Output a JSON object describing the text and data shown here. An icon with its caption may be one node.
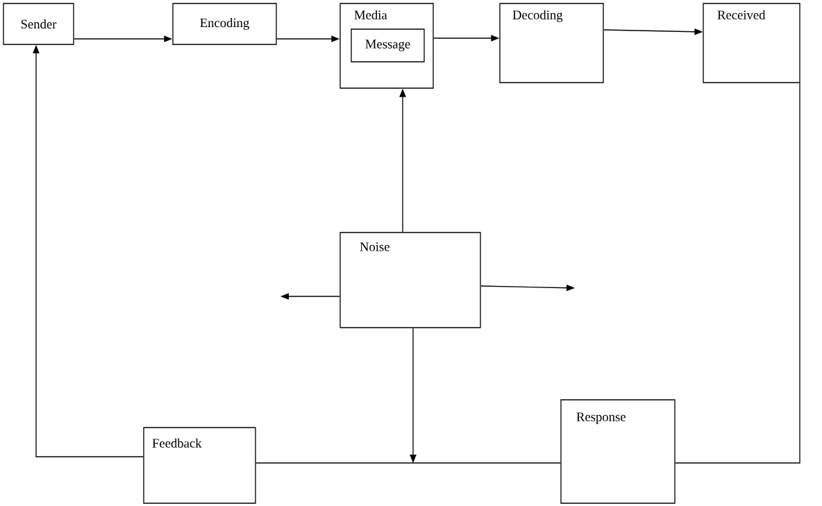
{
  "diagram": {
    "nodes": [
      {
        "text": [
          "Sender"
        ]
      },
      {
        "text": [
          "Encoding"
        ]
      },
      {
        "text": [
          "Media"
        ]
      },
      {
        "text": [
          "Message"
        ],
        "in": 2
      },
      {
        "text": [
          "Decoding"
        ]
      },
      {
        "text": [
          "Received"
        ]
      },
      {
        "text": [
          "Noise"
        ]
      },
      {
        "text": [
          "Response"
        ]
      },
      {
        "text": [
          "Feedback"
        ]
      }
    ],
    "edges": [
      {
        "from": 0,
        "to": 1,
        "arrow": "to"
      },
      {
        "from": 1,
        "to": 2,
        "arrow": "to"
      },
      {
        "from": 2,
        "to": 4,
        "arrow": "to"
      },
      {
        "from": 4,
        "to": 5,
        "arrow": "to"
      },
      {
        "from": 6,
        "to": 2,
        "arrow": "to"
      },
      {
        "from": 6,
        "to": null,
        "arrow": "to"
      },
      {
        "from": 6,
        "to": null,
        "arrow": "to"
      },
      {
        "from": 6,
        "to": null,
        "arrow": "to"
      },
      {
        "from": 5,
        "to": 7,
        "arrow": "none"
      },
      {
        "from": 7,
        "to": 8,
        "arrow": "none"
      },
      {
        "from": 8,
        "to": 0,
        "arrow": "to"
      }
    ]
  }
}
